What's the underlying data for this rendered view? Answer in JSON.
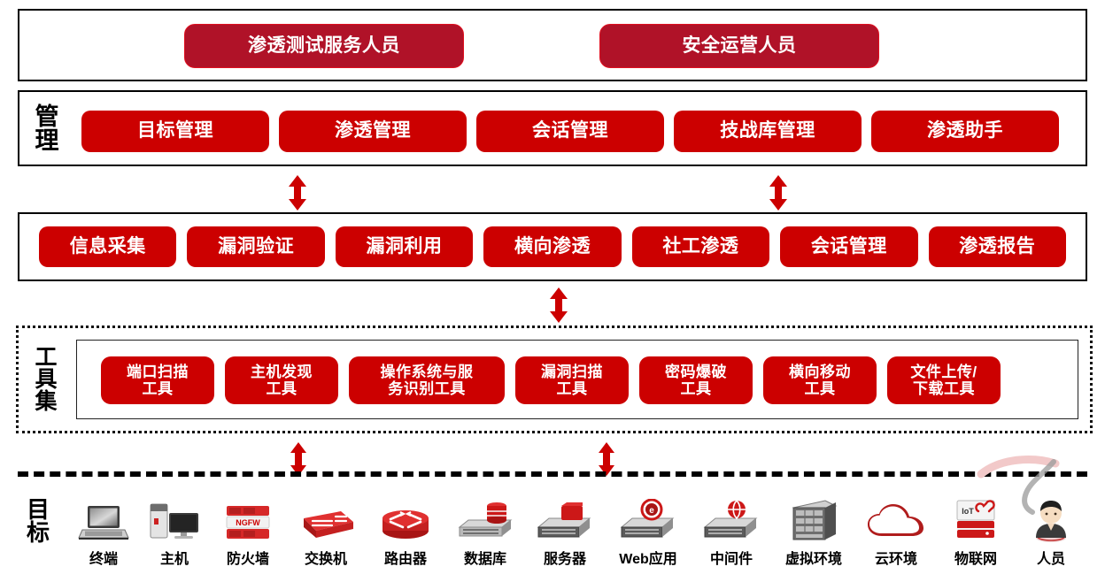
{
  "colors": {
    "pill_dark": "#b01228",
    "pill_red": "#cc0000",
    "arrow_red": "#cc0000",
    "frame_black": "#000000"
  },
  "roles_row": {
    "items": [
      {
        "label": "渗透测试服务人员"
      },
      {
        "label": "安全运营人员"
      }
    ]
  },
  "management_row": {
    "side_label": {
      "chars": [
        "管",
        "理"
      ],
      "text": "管理"
    },
    "items": [
      {
        "label": "目标管理"
      },
      {
        "label": "渗透管理"
      },
      {
        "label": "会话管理"
      },
      {
        "label": "技战库管理"
      },
      {
        "label": "渗透助手"
      }
    ]
  },
  "phases_row": {
    "items": [
      {
        "label": "信息采集"
      },
      {
        "label": "漏洞验证"
      },
      {
        "label": "漏洞利用"
      },
      {
        "label": "横向渗透"
      },
      {
        "label": "社工渗透"
      },
      {
        "label": "会话管理"
      },
      {
        "label": "渗透报告"
      }
    ]
  },
  "toolset_row": {
    "side_label": {
      "chars": [
        "工",
        "具",
        "集"
      ],
      "text": "工具集"
    },
    "items": [
      {
        "label": "端口扫描\n工具"
      },
      {
        "label": "主机发现\n工具"
      },
      {
        "label": "操作系统与服\n务识别工具"
      },
      {
        "label": "漏洞扫描\n工具"
      },
      {
        "label": "密码爆破\n工具"
      },
      {
        "label": "横向移动\n工具"
      },
      {
        "label": "文件上传/\n下载工具"
      }
    ]
  },
  "targets_row": {
    "side_label": {
      "chars": [
        "目",
        "标"
      ],
      "text": "目标"
    },
    "items": [
      {
        "label": "终端",
        "icon": "laptop-icon"
      },
      {
        "label": "主机",
        "icon": "desktop-pc-icon"
      },
      {
        "label": "防火墙",
        "icon": "firewall-icon",
        "badge": "NGFW"
      },
      {
        "label": "交换机",
        "icon": "switch-icon"
      },
      {
        "label": "路由器",
        "icon": "router-icon"
      },
      {
        "label": "数据库",
        "icon": "database-icon"
      },
      {
        "label": "服务器",
        "icon": "server-icon"
      },
      {
        "label": "Web应用",
        "icon": "web-app-icon"
      },
      {
        "label": "中间件",
        "icon": "middleware-icon"
      },
      {
        "label": "虚拟环境",
        "icon": "virtual-rack-icon"
      },
      {
        "label": "云环境",
        "icon": "cloud-icon"
      },
      {
        "label": "物联网",
        "icon": "iot-icon",
        "badge": "IoT"
      },
      {
        "label": "人员",
        "icon": "person-icon"
      }
    ]
  },
  "arrows": {
    "between_roles_and_phases": [
      {
        "name": "arrow-roles-to-phases-left",
        "direction": "both"
      },
      {
        "name": "arrow-roles-to-phases-right",
        "direction": "both"
      }
    ],
    "between_phases_and_tools": [
      {
        "name": "arrow-phases-to-tools",
        "direction": "both"
      }
    ],
    "between_tools_and_targets": [
      {
        "name": "arrow-tools-to-targets-left",
        "direction": "both"
      },
      {
        "name": "arrow-tools-to-targets-right",
        "direction": "both"
      }
    ]
  }
}
